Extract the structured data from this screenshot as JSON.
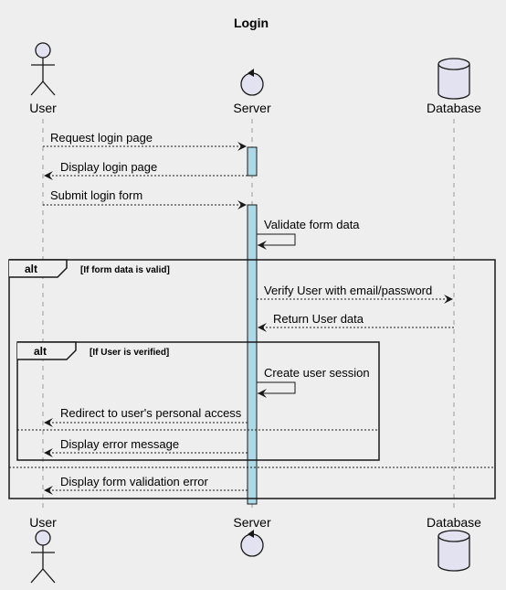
{
  "title": "Login",
  "participants": {
    "user": {
      "label": "User",
      "kind": "actor"
    },
    "server": {
      "label": "Server",
      "kind": "control"
    },
    "database": {
      "label": "Database",
      "kind": "database"
    }
  },
  "messages": [
    {
      "from": "user",
      "to": "server",
      "text": "Request login page",
      "style": "dashed"
    },
    {
      "from": "server",
      "to": "user",
      "text": "Display login page",
      "style": "dashed"
    },
    {
      "from": "user",
      "to": "server",
      "text": "Submit login form",
      "style": "dashed"
    },
    {
      "from": "server",
      "to": "server",
      "text": "Validate form data",
      "style": "solid"
    },
    {
      "from": "server",
      "to": "database",
      "text": "Verify User with email/password",
      "style": "dashed"
    },
    {
      "from": "database",
      "to": "server",
      "text": "Return User data",
      "style": "dashed"
    },
    {
      "from": "server",
      "to": "server",
      "text": "Create user session",
      "style": "solid"
    },
    {
      "from": "server",
      "to": "user",
      "text": "Redirect to user's personal access",
      "style": "dashed"
    },
    {
      "from": "server",
      "to": "user",
      "text": "Display error message",
      "style": "dashed"
    },
    {
      "from": "server",
      "to": "user",
      "text": "Display form validation error",
      "style": "dashed"
    }
  ],
  "fragments": {
    "outer": {
      "keyword": "alt",
      "condition": "[If form data is valid]"
    },
    "inner": {
      "keyword": "alt",
      "condition": "[If User is verified]"
    }
  },
  "colors": {
    "background": "#eeeeee",
    "participant_fill": "#e2e2f0",
    "activation_fill": "#add8e6",
    "line": "#181818",
    "lifeline": "#999999"
  }
}
